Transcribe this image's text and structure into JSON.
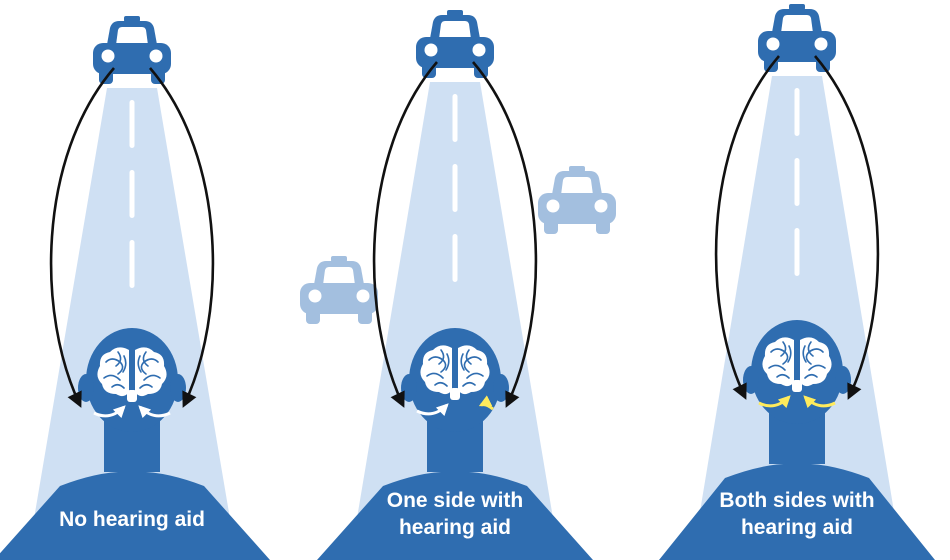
{
  "colors": {
    "primary": "#2f6db0",
    "beam": "#cfe0f3",
    "faded_car": "#a3bfdf",
    "arrow": "#111111",
    "brain_arrow_normal": "#ffffff",
    "brain_arrow_aided": "#ffeb5c",
    "caption_text": "#ffffff"
  },
  "panels": [
    {
      "id": "no-aid",
      "caption_lines": [
        "No hearing aid"
      ],
      "left_aid": false,
      "right_aid": false
    },
    {
      "id": "one-side",
      "caption_lines": [
        "One side with",
        "hearing aid"
      ],
      "left_aid": false,
      "right_aid": true
    },
    {
      "id": "both-sides",
      "caption_lines": [
        "Both sides with",
        "hearing aid"
      ],
      "left_aid": true,
      "right_aid": true
    }
  ],
  "icons": {
    "car": "car-icon",
    "faded_car": "distant-car-icon",
    "brain": "brain-icon",
    "person": "person-silhouette-icon"
  }
}
